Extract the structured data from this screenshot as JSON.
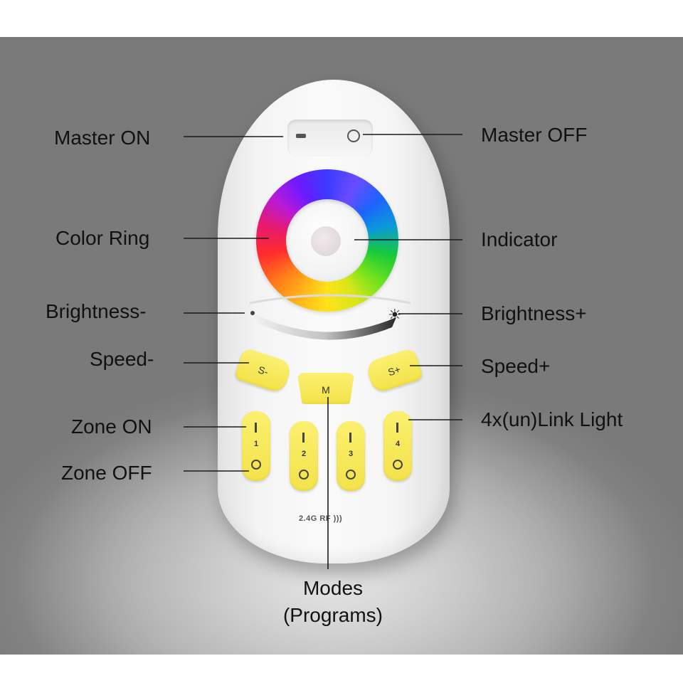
{
  "labels": {
    "master_on": "Master ON",
    "master_off": "Master OFF",
    "color_ring": "Color Ring",
    "indicator": "Indicator",
    "brightness_minus": "Brightness-",
    "brightness_plus": "Brightness+",
    "speed_minus": "Speed-",
    "speed_plus": "Speed+",
    "zone_on": "Zone ON",
    "zone_off": "Zone OFF",
    "link_light": "4x(un)Link Light",
    "modes_line1": "Modes",
    "modes_line2": "(Programs)"
  },
  "remote": {
    "speed_minus_text": "S-",
    "speed_plus_text": "S+",
    "mode_text": "M",
    "zones": [
      "1",
      "2",
      "3",
      "4"
    ],
    "rf_text": "2.4G RF"
  },
  "colors": {
    "button_yellow": "#f6e75a",
    "remote_body": "#f5f5f5",
    "callout_line": "#1a1a1a"
  },
  "icons": {
    "master_on": "minus-bar-icon",
    "master_off": "circle-icon",
    "brightness_minus": "small-dot-icon",
    "brightness_plus": "sun-icon",
    "zone_on": "vertical-bar-icon",
    "zone_off": "circle-icon",
    "rf": "wireless-signal-icon"
  }
}
